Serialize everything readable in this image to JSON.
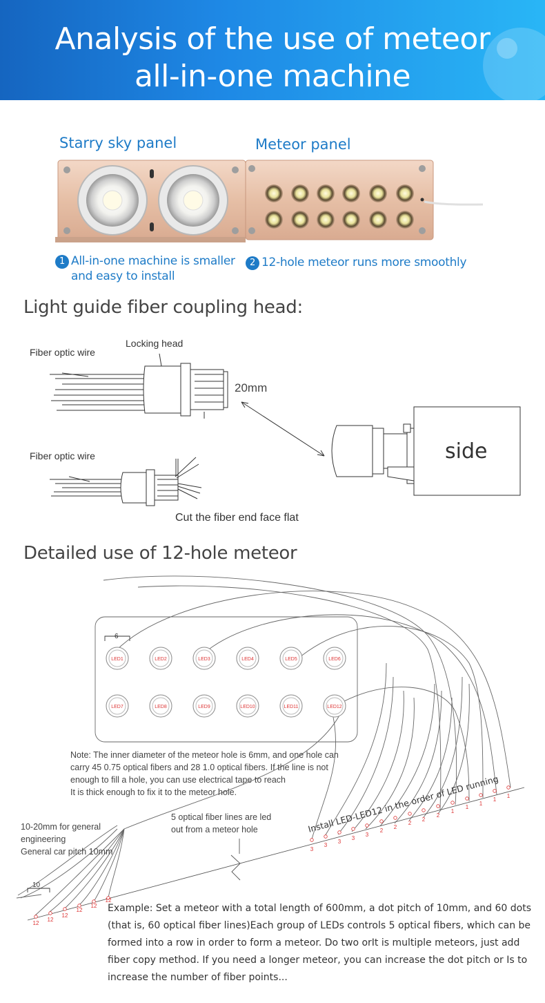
{
  "banner": {
    "title_line1": "Analysis of the use of meteor",
    "title_line2": "all-in-one machine"
  },
  "product": {
    "starry_label": "Starry sky panel",
    "meteor_label": "Meteor panel",
    "feature1_num": "1",
    "feature1_line1": "All-in-one machine is smaller",
    "feature1_line2": "and easy to install",
    "feature2_num": "2",
    "feature2_text": "12-hole meteor runs more smoothly"
  },
  "coupling": {
    "heading": "Light guide fiber coupling head:",
    "fiber_label_1": "Fiber optic wire",
    "locking_head": "Locking head",
    "dimension": "20mm",
    "side_label": "side",
    "fiber_label_2": "Fiber optic wire",
    "cut_caption": "Cut the fiber end face flat"
  },
  "meteor": {
    "heading": "Detailed use of 12-hole meteor",
    "hole_dim": "6",
    "leds": [
      "LED1",
      "LED2",
      "LED3",
      "LED4",
      "LED5",
      "LED6",
      "LED7",
      "LED8",
      "LED9",
      "LED10",
      "LED11",
      "LED12"
    ],
    "note_lines": [
      "Note: The inner diameter of the meteor hole is 6mm, and one hole can",
      "carry 45 0.75 optical fibers and 28 1.0 optical fibers. If the line is not",
      "enough to fill a hole, you can use electrical tape to reach",
      "It is thick enough to fix it to the meteor hole."
    ],
    "fiber_lines_note": [
      "5 optical fiber lines are led",
      "out from a meteor hole"
    ],
    "pitch_note": [
      "10-20mm for general",
      "engineering",
      "General car pitch 10mm"
    ],
    "install_text": "Install LED-LED12 in the order of LED running",
    "pitch_value": "10",
    "right_numbers": [
      "3",
      "3",
      "3",
      "3",
      "3",
      "2",
      "2",
      "2",
      "2",
      "2",
      "1",
      "1",
      "1",
      "1",
      "1"
    ],
    "left_numbers": [
      "12",
      "12",
      "12",
      "12",
      "12",
      "12"
    ],
    "example": "Example: Set a meteor with a total length of 600mm, a dot pitch of 10mm, and 60 dots (that is, 60 optical fiber lines)Each group of LEDs controls 5 optical fibers, which can be formed into a row in order to form a meteor. Do two orIt is multiple meteors, just add fiber copy method. If you need a longer meteor, you can increase the dot pitch or Is to increase the number of fiber points..."
  }
}
